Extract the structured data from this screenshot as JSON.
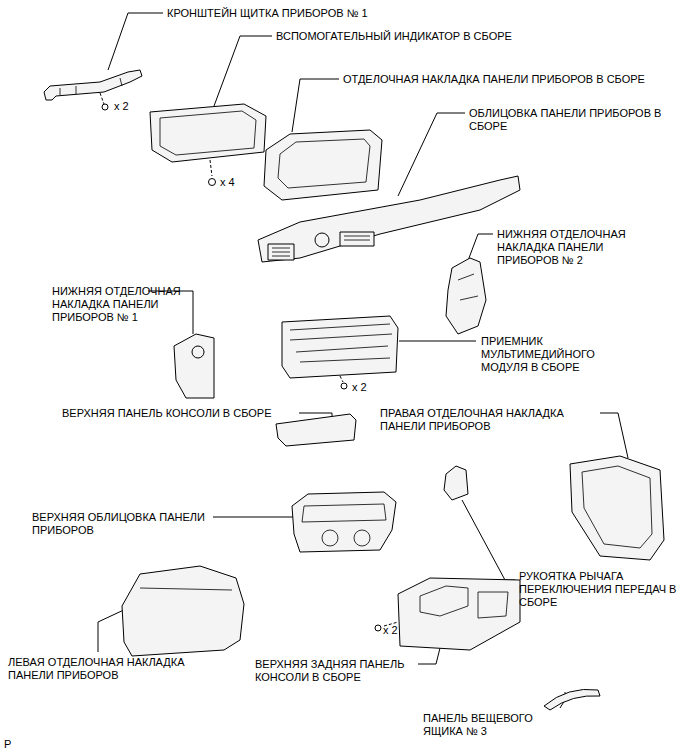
{
  "diagram": {
    "labels": [
      "КРОНШТЕЙН ЩИТКА ПРИБОРОВ № 1",
      "x 2",
      "ВСПОМОГАТЕЛЬНЫЙ ИНДИКАТОР В СБОРЕ",
      "x 4",
      "ОТДЕЛОЧНАЯ НАКЛАДКА ПАНЕЛИ ПРИБОРОВ В СБОРЕ",
      "ОБЛИЦОВКА ПАНЕЛИ ПРИБОРОВ В СБОРЕ",
      "НИЖНЯЯ ОТДЕЛОЧНАЯ НАКЛАДКА ПАНЕЛИ ПРИБОРОВ № 2",
      "НИЖНЯЯ ОТДЕЛОЧНАЯ НАКЛАДКА ПАНЕЛИ ПРИБОРОВ № 1",
      "ПРИЕМНИК МУЛЬТИМЕДИЙНОГО МОДУЛЯ В СБОРЕ",
      "x 2",
      "ВЕРХНЯЯ ПАНЕЛЬ КОНСОЛИ В СБОРЕ",
      "ПРАВАЯ ОТДЕЛОЧНАЯ НАКЛАДКА ПАНЕЛИ ПРИБОРОВ",
      "ВЕРХНЯЯ ОБЛИЦОВКА ПАНЕЛИ ПРИБОРОВ",
      "РУКОЯТКА РЫЧАГА ПЕРЕКЛЮЧЕНИЯ ПЕРЕДАЧ В СБОРЕ",
      "x 2",
      "ЛЕВАЯ ОТДЕЛОЧНАЯ НАКЛАДКА ПАНЕЛИ ПРИБОРОВ",
      "ВЕРХНЯЯ ЗАДНЯЯ ПАНЕЛЬ КОНСОЛИ В СБОРЕ",
      "ПАНЕЛЬ ВЕЩЕВОГО ЯЩИКА № 3",
      "P"
    ]
  }
}
